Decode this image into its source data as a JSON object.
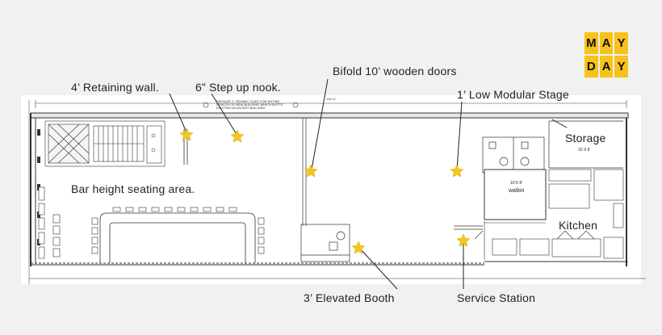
{
  "logo": {
    "text": "MAYDAY",
    "letters": [
      "M",
      "A",
      "Y",
      "D",
      "A",
      "Y"
    ],
    "color": "#f7c21b"
  },
  "callouts": {
    "retaining_wall": "4’ Retaining wall.",
    "step_up_nook": "6” Step up nook.",
    "bifold_doors": "Bifold 10’ wooden doors",
    "modular_stage": "1’ Low Modular Stage",
    "storage": "Storage",
    "bar_seating": "Bar height seating area.",
    "kitchen": "Kitchen",
    "elevated_booth": "3’ Elevated Booth",
    "service_station": "Service Station"
  },
  "plan_text": {
    "walkin": "walkin",
    "walkin_size": "10’X 8’",
    "storage_size": "10 X 8",
    "top_note": "PROVIDE 1\" SEISMIC JOINT FOR ENTIRE LENGTH OF NEW BUILDING WHICH BUTTS EXISTING ADJACENT BUILDING",
    "dimension": "100'-0\""
  },
  "colors": {
    "star": "#f2c81d",
    "line": "#333333",
    "background": "#f1f1f1"
  }
}
